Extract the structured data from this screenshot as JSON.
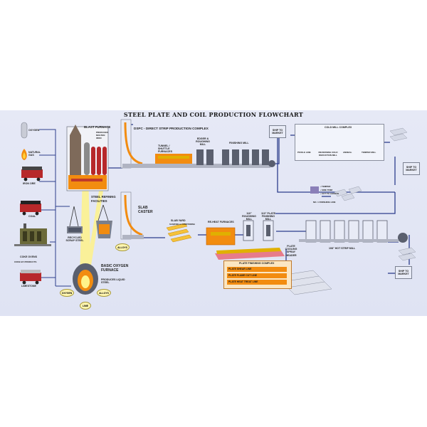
{
  "title": "STEEL PLATE AND COIL PRODUCTION FLOWCHART",
  "inputs": {
    "oxygen": "OXYGEN",
    "natural_gas": "NATURAL GAS",
    "iron_ore": "IRON ORE",
    "coal": "COAL",
    "coke_ovens": "COKE OVENS",
    "coke_byproducts": "COKE BY-PRODUCTS",
    "limestone": "LIMESTONE"
  },
  "blast_furnace": {
    "title": "BLAST FURNACE",
    "subtitle": "PRODUCES MOLTEN IRON"
  },
  "recycled_scrap": "RECYCLED SCRAP STEEL",
  "refining": {
    "title": "STEEL REFINING FACILITIES",
    "alloys": "ALLOYS"
  },
  "bof": {
    "title": "BASIC OXYGEN FURNACE",
    "subtitle": "PRODUCES LIQUID STEEL",
    "oxygen": "OXYGEN",
    "alloys": "ALLOYS",
    "lime": "LIME"
  },
  "dspc": {
    "title": "DSPC - DIRECT STRIP PRODUCTION COMPLEX",
    "tunnel": "TUNNEL / SHUTTLE FURNACES",
    "edger": "EDGER & ROUGHING MILL",
    "finishing": "FINISHING MILL"
  },
  "slab_caster": "SLAB CASTER",
  "slab_yard": "SLAB YARD",
  "slab_yard_sub": "SCARFING & CONDITIONING",
  "reheat": "RE-HEAT FURNACES",
  "roughing": "110\" ROUGHING MILL",
  "plate_finishing": "110\" PLATE FINISHING MILL",
  "plate_cooling": "PLATE COOLING SPRAY HEADER",
  "hot_strip": "108\" HOT STRIP MILL",
  "cold_mill": {
    "title": "COLD MILL COMPLEX",
    "pickle": "PICKLE LINE",
    "reversing": "REVERSING COLD REDUCTION MILL",
    "anneal": "ANNEAL",
    "temper": "TEMPER MILL"
  },
  "finishing_line": {
    "items": [
      "• TEMPER",
      "• SIDE TRIM",
      "• CUT TO LENGTH"
    ],
    "label": "NO. 1 FINISHING LINE"
  },
  "plate_finishing_complex": {
    "title": "PLATE FINISHING COMPLEX",
    "lines": [
      "PLATE SHEAR LINE",
      "PLATE FLAME CUT LINE",
      "PLATE HEAT TREAT LINE"
    ]
  },
  "ship": {
    "top": "SHIP TO MARKET",
    "right": "SHIP TO MARKET",
    "bottom": "SHIP TO MARKET"
  },
  "colors": {
    "flow_line": "#2d3e8c",
    "molten": "#f28c10",
    "furnace": "#c0392b",
    "slag": "#e0b000"
  }
}
